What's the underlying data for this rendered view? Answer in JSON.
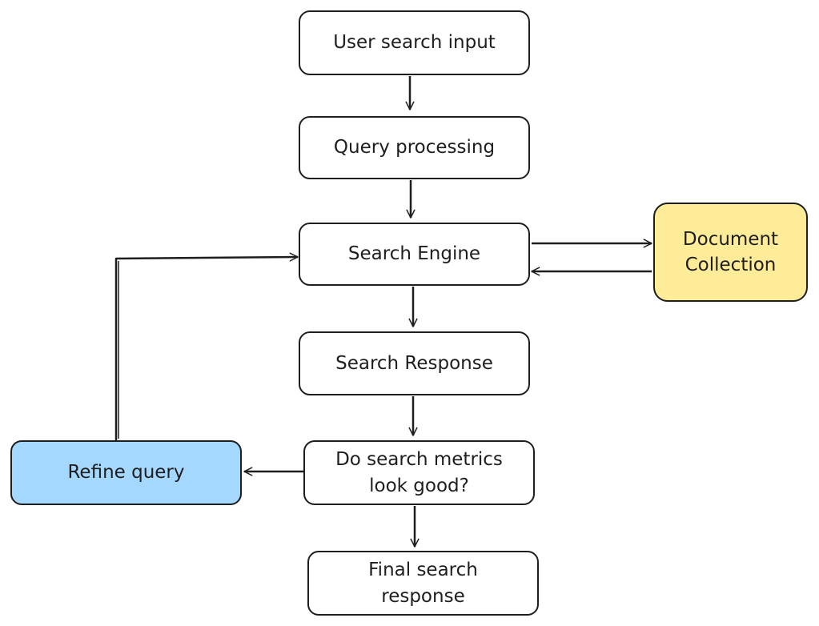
{
  "nodes": {
    "user_search_input": "User search input",
    "query_processing": "Query processing",
    "search_engine": "Search Engine",
    "document_collection": "Document\nCollection",
    "search_response": "Search Response",
    "metrics_check": "Do search metrics\nlook good?",
    "refine_query": "Refine query",
    "final_search_response": "Final search\nresponse"
  },
  "colors": {
    "stroke": "#1e1e1e",
    "document_collection_fill": "#ffec99",
    "refine_query_fill": "#a5d8ff",
    "default_fill": "#ffffff"
  },
  "edges": [
    {
      "from": "user_search_input",
      "to": "query_processing"
    },
    {
      "from": "query_processing",
      "to": "search_engine"
    },
    {
      "from": "search_engine",
      "to": "document_collection"
    },
    {
      "from": "document_collection",
      "to": "search_engine"
    },
    {
      "from": "search_engine",
      "to": "search_response"
    },
    {
      "from": "search_response",
      "to": "metrics_check"
    },
    {
      "from": "metrics_check",
      "to": "refine_query"
    },
    {
      "from": "refine_query",
      "to": "search_engine"
    },
    {
      "from": "metrics_check",
      "to": "final_search_response"
    }
  ]
}
